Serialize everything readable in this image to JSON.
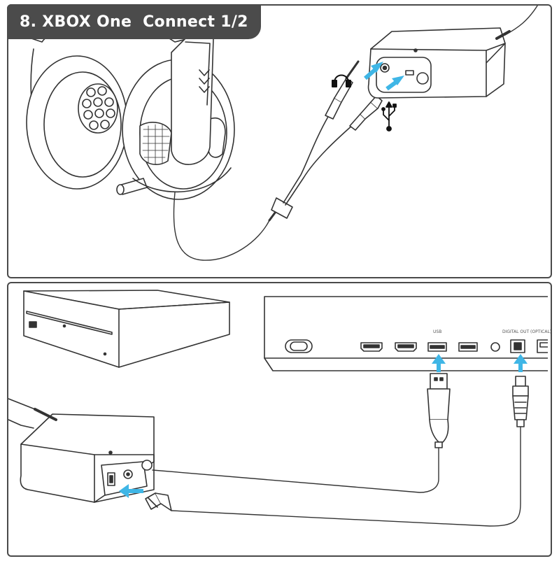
{
  "title": "8. XBOX One  Connect 1/2",
  "console_labels": {
    "usb": "USB",
    "optical": "DIGITAL OUT (OPTICAL)"
  },
  "icons": [
    "headphone-icon",
    "usb-icon"
  ],
  "colors": {
    "header_bg": "#4b4b4b",
    "arrow": "#3fb6e6",
    "line": "#333333",
    "panel_border": "#4a4a4a"
  }
}
